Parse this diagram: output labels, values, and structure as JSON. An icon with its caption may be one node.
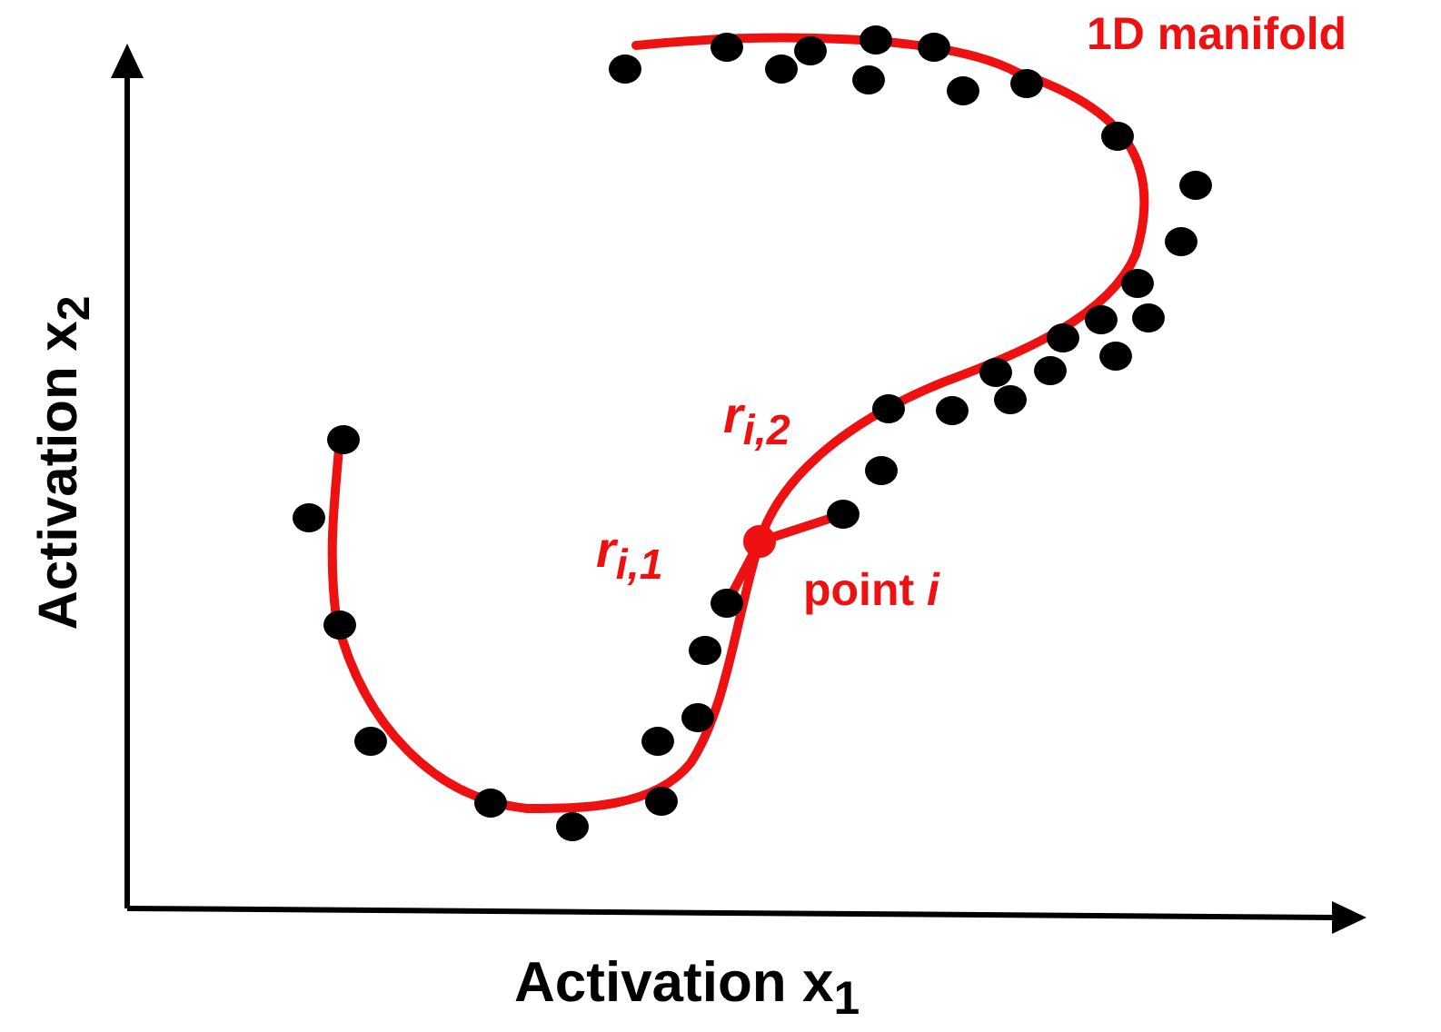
{
  "diagram": {
    "labels": [
      "1D manifold",
      "Activation x$_{2}$",
      "r$_{i,2}$",
      "r$_{i,1}$",
      "point *i*",
      "Activation x$_{1}$"
    ]
  }
}
